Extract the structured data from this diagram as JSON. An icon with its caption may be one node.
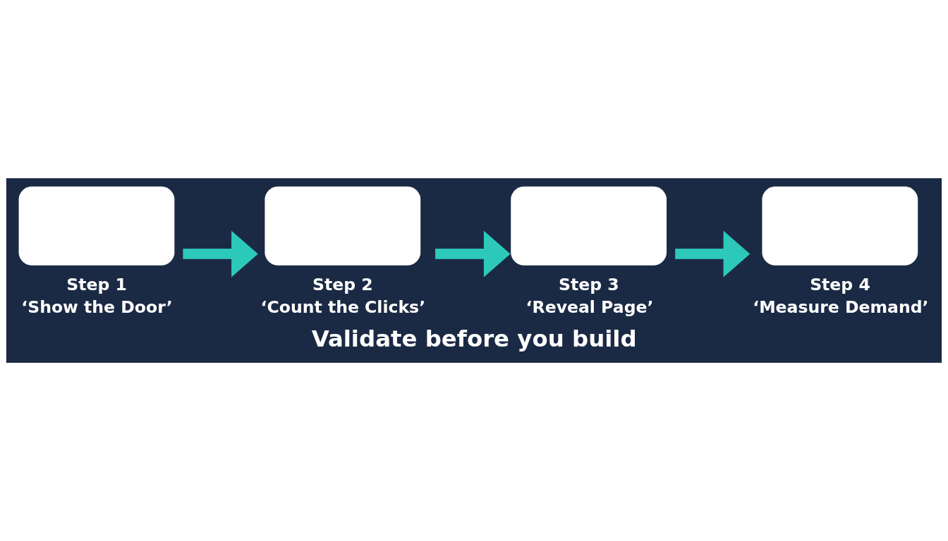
{
  "diagram": {
    "caption": "Validate before you build",
    "nodes": [
      {
        "text": [
          "Step 1",
          "‘Show the Door’"
        ]
      },
      {
        "text": [
          "Step 2",
          "‘Count the Clicks’"
        ]
      },
      {
        "text": [
          "Step 3",
          "‘Reveal Page’"
        ]
      },
      {
        "text": [
          "Step 4",
          "‘Measure Demand’"
        ]
      }
    ],
    "edges": [
      {
        "from": 0,
        "to": 1,
        "arrow": "to"
      },
      {
        "from": 1,
        "to": 2,
        "arrow": "to"
      },
      {
        "from": 2,
        "to": 3,
        "arrow": "to"
      }
    ]
  }
}
